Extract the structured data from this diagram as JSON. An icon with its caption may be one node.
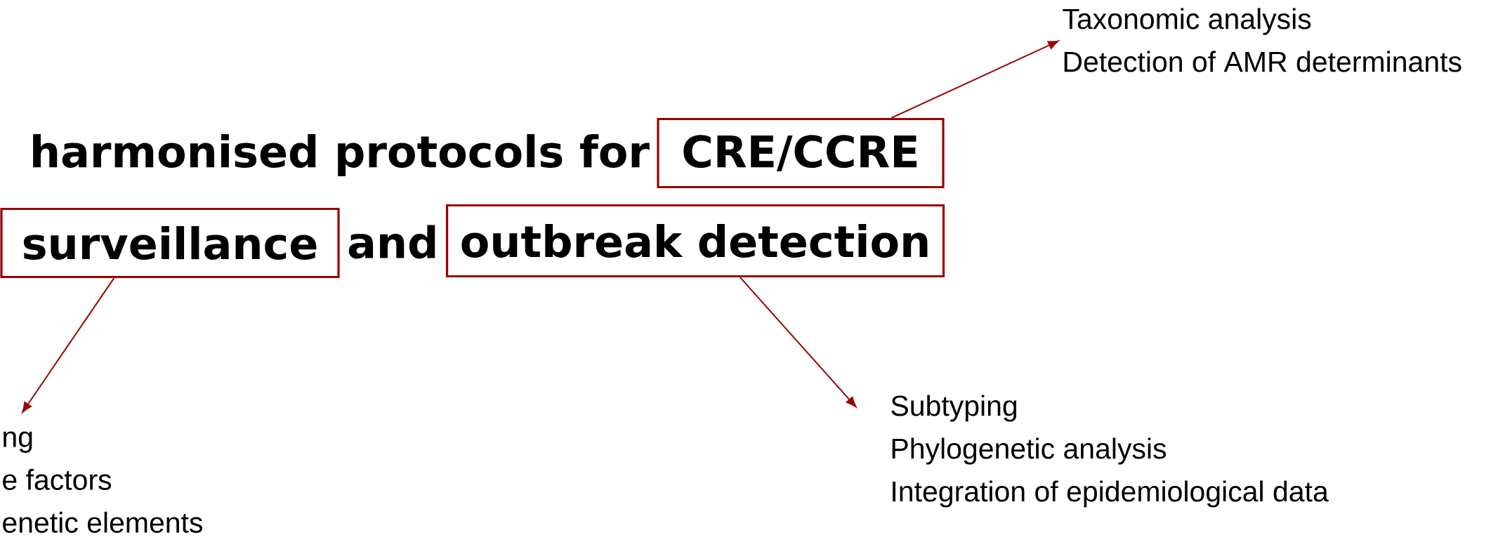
{
  "diagram": {
    "nodes": [
      {
        "text": [
          "CRE/CCRE"
        ]
      },
      {
        "text": [
          "surveillance"
        ]
      },
      {
        "text": [
          "outbreak detection"
        ]
      },
      {
        "text": [
          "Taxonomic analysis",
          "Detection of AMR determinants"
        ]
      },
      {
        "text": [
          "ng",
          "e factors",
          "enetic elements"
        ]
      },
      {
        "text": [
          "Subtyping",
          "Phylogenetic analysis",
          "Integration of epidemiological data"
        ]
      }
    ],
    "edges": [
      {
        "from": 0,
        "to": 3,
        "arrow": "to"
      },
      {
        "from": 1,
        "to": 4,
        "arrow": "to"
      },
      {
        "from": 2,
        "to": 5,
        "arrow": "to"
      }
    ],
    "labels": [
      "harmonised protocols for",
      "and"
    ]
  }
}
